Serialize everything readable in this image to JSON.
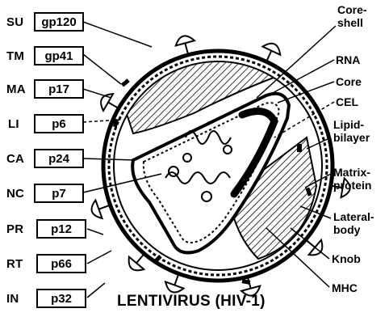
{
  "title": "LENTIVIRUS (HIV-1)",
  "left_proteins": [
    {
      "abbr": "SU",
      "protein": "gp120"
    },
    {
      "abbr": "TM",
      "protein": "gp41"
    },
    {
      "abbr": "MA",
      "protein": "p17"
    },
    {
      "abbr": "LI",
      "protein": "p6"
    },
    {
      "abbr": "CA",
      "protein": "p24"
    },
    {
      "abbr": "NC",
      "protein": "p7"
    },
    {
      "abbr": "PR",
      "protein": "p12"
    },
    {
      "abbr": "RT",
      "protein": "p66"
    },
    {
      "abbr": "IN",
      "protein": "p32"
    }
  ],
  "right_labels": [
    {
      "line1": "Core-",
      "line2": "shell"
    },
    {
      "line1": "RNA",
      "line2": ""
    },
    {
      "line1": "Core",
      "line2": ""
    },
    {
      "line1": "CEL",
      "line2": ""
    },
    {
      "line1": "Lipid-",
      "line2": "bilayer"
    },
    {
      "line1": "Matrix-",
      "line2": "protein"
    },
    {
      "line1": "Lateral-",
      "line2": "body"
    },
    {
      "line1": "Knob",
      "line2": ""
    },
    {
      "line1": "MHC",
      "line2": ""
    }
  ]
}
